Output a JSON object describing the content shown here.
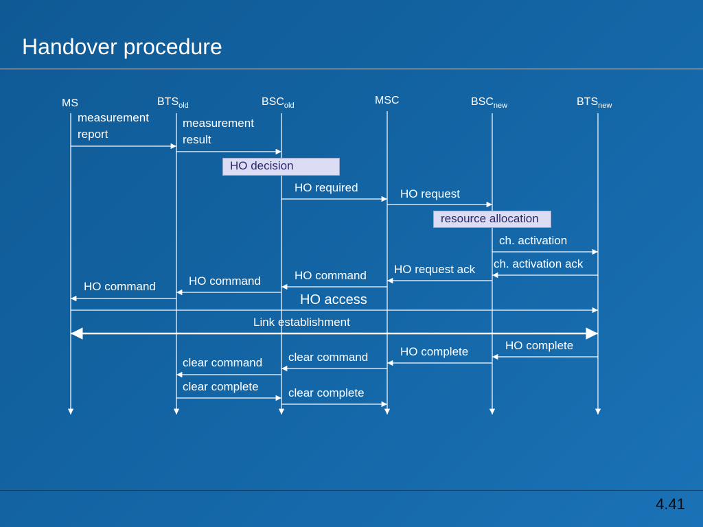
{
  "slide": {
    "title": "Handover procedure",
    "number": "4.41"
  },
  "entities": [
    {
      "id": "ms",
      "name": "MS",
      "sub": ""
    },
    {
      "id": "bts_old",
      "name": "BTS",
      "sub": "old"
    },
    {
      "id": "bsc_old",
      "name": "BSC",
      "sub": "old"
    },
    {
      "id": "msc",
      "name": "MSC",
      "sub": ""
    },
    {
      "id": "bsc_new",
      "name": "BSC",
      "sub": "new"
    },
    {
      "id": "bts_new",
      "name": "BTS",
      "sub": "new"
    }
  ],
  "boxes": [
    {
      "text": "HO decision"
    },
    {
      "text": "resource allocation"
    }
  ],
  "messages": [
    {
      "from": "MS",
      "to": "BTS old",
      "label": [
        "measurement",
        "report"
      ]
    },
    {
      "from": "BTS old",
      "to": "BSC old",
      "label": [
        "measurement",
        "result"
      ]
    },
    {
      "from": "BSC old",
      "to": "MSC",
      "label": [
        "HO required"
      ]
    },
    {
      "from": "MSC",
      "to": "BSC new",
      "label": [
        "HO request"
      ]
    },
    {
      "from": "BSC new",
      "to": "BTS new",
      "label": [
        "ch. activation"
      ]
    },
    {
      "from": "BTS new",
      "to": "BSC new",
      "label": [
        "ch. activation ack"
      ]
    },
    {
      "from": "BSC new",
      "to": "MSC",
      "label": [
        "HO request ack"
      ]
    },
    {
      "from": "MSC",
      "to": "BSC old",
      "label": [
        "HO command"
      ]
    },
    {
      "from": "BSC old",
      "to": "BTS old",
      "label": [
        "HO command"
      ]
    },
    {
      "from": "BTS old",
      "to": "MS",
      "label": [
        "HO command"
      ]
    },
    {
      "from": "MS",
      "to": "BTS new",
      "label": [
        "HO access"
      ]
    },
    {
      "from": "MS",
      "to": "BTS new",
      "label": [
        "Link establishment"
      ],
      "bidirectional": true
    },
    {
      "from": "BTS new",
      "to": "BSC new",
      "label": [
        "HO complete"
      ]
    },
    {
      "from": "BSC new",
      "to": "MSC",
      "label": [
        "HO complete"
      ]
    },
    {
      "from": "MSC",
      "to": "BSC old",
      "label": [
        "clear command"
      ]
    },
    {
      "from": "BSC old",
      "to": "BTS old",
      "label": [
        "clear command"
      ]
    },
    {
      "from": "BTS old",
      "to": "BSC old",
      "label": [
        "clear complete"
      ]
    },
    {
      "from": "BSC old",
      "to": "MSC",
      "label": [
        "clear complete"
      ]
    }
  ],
  "colors": {
    "line": "#ffffff",
    "box_fill": "#dcdcf4",
    "box_text": "#2a2a6a"
  }
}
